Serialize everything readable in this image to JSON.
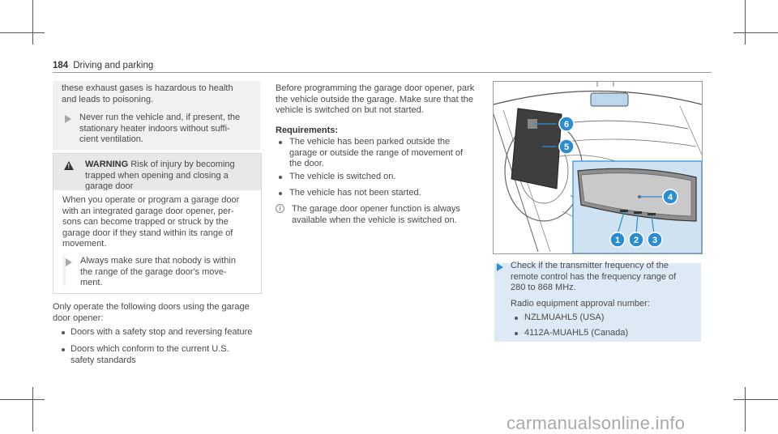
{
  "header": {
    "page_number": "184",
    "section": "Driving and parking"
  },
  "col1": {
    "box1_lines": [
      "these exhaust gases is hazardous to health",
      "and leads to poisoning."
    ],
    "box1_bullet": [
      "Never run the vehicle and, if present, the",
      "stationary heater indoors without suffi-",
      "cient ventilation."
    ],
    "warning_label": "WARNING",
    "warning_head_lines": [
      "Risk of injury by becoming",
      "trapped when opening and closing a",
      "garage door"
    ],
    "warning_body_lines": [
      "When you operate or program a garage door",
      "with an integrated garage door opener, per-",
      "sons can become trapped or struck by the",
      "garage door if they stand within its range of",
      "movement."
    ],
    "warning_bullet": [
      "Always make sure that nobody is within",
      "the range of the garage door's move-",
      "ment."
    ],
    "intro_lines": [
      "Only operate the following doors using the garage",
      "door opener:"
    ],
    "list": [
      [
        "Doors with a safety stop and reversing feature"
      ],
      [
        "Doors which conform to the current U.S.",
        "safety standards"
      ]
    ]
  },
  "col2": {
    "intro_lines": [
      "Before programming the garage door opener, park",
      "the vehicle outside the garage. Make sure that the",
      "vehicle is switched on but not started."
    ],
    "req_title": "Requirements:",
    "reqs": [
      [
        "The vehicle has been parked outside the",
        "garage or outside the range of movement of",
        "the door."
      ],
      [
        "The vehicle is switched on."
      ],
      [
        "The vehicle has not been started."
      ]
    ],
    "info_icon": "i",
    "info_lines": [
      "The garage door opener function is always",
      "available when the vehicle is switched on."
    ]
  },
  "col3": {
    "figure_labels": [
      "6",
      "5",
      "4",
      "1",
      "2",
      "3"
    ],
    "step_lines": [
      "Check if the transmitter frequency of the",
      "remote control has the frequency range of",
      "280 to 868 MHz."
    ],
    "radio_label": "Radio equipment approval number:",
    "radio_items": [
      "NZLMUAHL5 (USA)",
      "4112A-MUAHL5 (Canada)"
    ]
  },
  "colors": {
    "accent_blue": "#2a8dd0",
    "light_blue": "#ddeaf5",
    "box_gray": "#f1f1f1"
  },
  "watermark": "carmanualsonline.info"
}
